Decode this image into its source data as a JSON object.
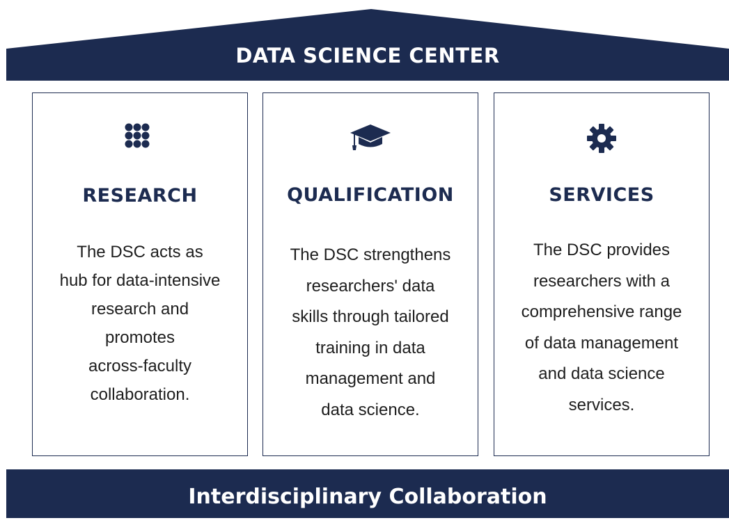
{
  "colors": {
    "navy": "#1c2b50",
    "text": "#1d1d1d",
    "background": "#ffffff"
  },
  "roof": {
    "title": "DATA SCIENCE CENTER"
  },
  "pillars": [
    {
      "icon": "dot-grid-icon",
      "title": "RESEARCH",
      "lines": [
        "The DSC acts as",
        "hub for data-intensive",
        "research and",
        "promotes",
        "across-faculty",
        "collaboration."
      ]
    },
    {
      "icon": "graduation-cap-icon",
      "title": "QUALIFICATION",
      "lines": [
        "The DSC strengthens",
        "researchers' data",
        "skills through tailored",
        "training in data",
        "management and",
        "data science."
      ]
    },
    {
      "icon": "gear-icon",
      "title": "SERVICES",
      "lines": [
        "The DSC provides",
        "researchers with a",
        "comprehensive range",
        "of data management",
        "and data science",
        "services."
      ]
    }
  ],
  "foundation": {
    "label": "Interdisciplinary Collaboration"
  }
}
